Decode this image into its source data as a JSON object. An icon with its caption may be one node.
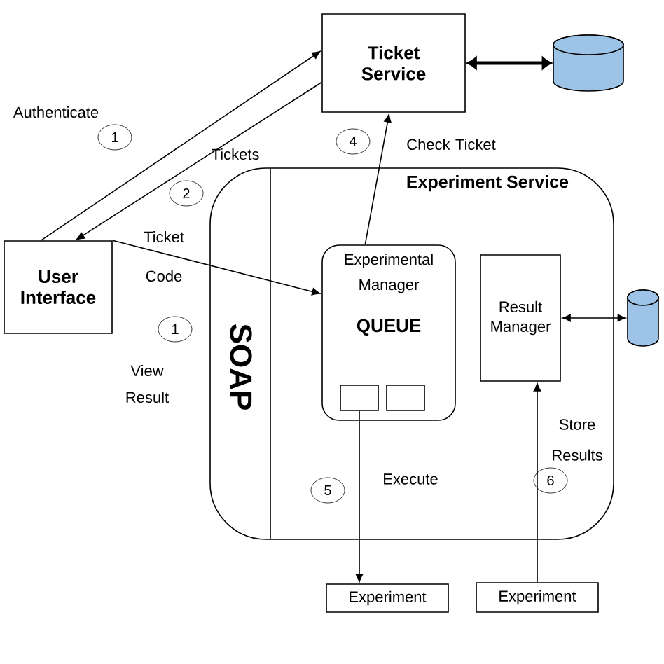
{
  "diagram": {
    "nodes": [
      {
        "text": [
          "Ticket Service"
        ]
      },
      {
        "text": [],
        "shape": "cylinder"
      },
      {
        "text": [
          "1"
        ]
      },
      {
        "text": [
          "2"
        ]
      },
      {
        "text": [
          "User Interface"
        ]
      },
      {
        "text": [
          "4"
        ]
      },
      {
        "text": [
          "Experiment Service"
        ]
      },
      {
        "text": [
          "SOAP"
        ],
        "in": 6
      },
      {
        "text": [
          "Experimental Manager",
          "QUEUE"
        ],
        "in": 6
      },
      {
        "text": [],
        "shape": "box",
        "in": 8
      },
      {
        "text": [],
        "shape": "box",
        "in": 8
      },
      {
        "text": [
          "Result Manager"
        ],
        "in": 6
      },
      {
        "text": [],
        "shape": "cylinder"
      },
      {
        "text": [
          "1"
        ]
      },
      {
        "text": [
          "5"
        ],
        "in": 6
      },
      {
        "text": [
          "6"
        ],
        "in": 6
      },
      {
        "text": [
          "Experiment"
        ]
      },
      {
        "text": [
          "Experiment"
        ]
      }
    ],
    "edges": [
      {
        "from": 4,
        "to": 0,
        "arrow": "to",
        "label": "Authenticate"
      },
      {
        "from": 0,
        "to": 4,
        "arrow": "to",
        "label": "Tickets"
      },
      {
        "from": 4,
        "to": 8,
        "arrow": "to",
        "label": "Ticket Code"
      },
      {
        "from": 8,
        "to": 0,
        "arrow": "to",
        "label": "Check Ticket"
      },
      {
        "from": 0,
        "to": 1,
        "arrow": "both",
        "style": "thick"
      },
      {
        "from": 11,
        "to": 12,
        "arrow": "both"
      },
      {
        "from": 9,
        "to": 16,
        "arrow": "to",
        "label": "Execute"
      },
      {
        "from": 17,
        "to": 11,
        "arrow": "to",
        "label": "Store Results"
      }
    ],
    "labels": [
      "View Result"
    ]
  }
}
